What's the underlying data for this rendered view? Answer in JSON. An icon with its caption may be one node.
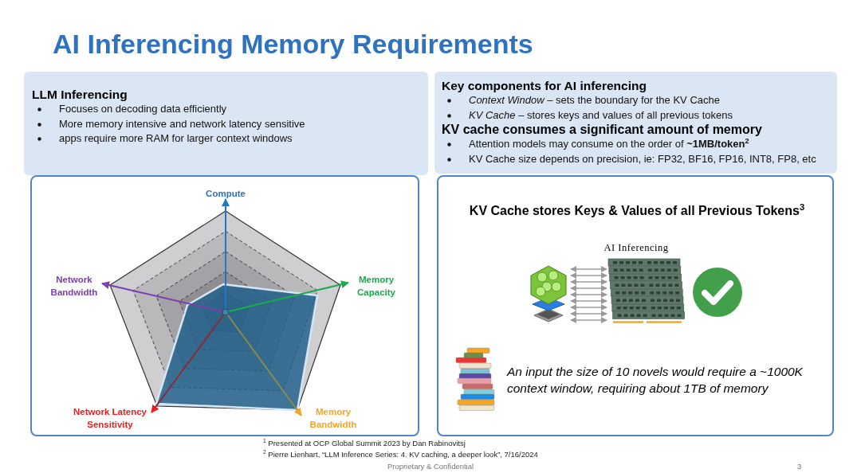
{
  "diagram": {
    "title": "AI Inferencing Memory Requirements",
    "nodes": [
      {
        "text": [
          "LLM Inferencing",
          "Focuses on decoding data efficiently",
          "More memory intensive and network latency sensitive",
          "apps require more RAM for larger context windows"
        ]
      },
      {
        "text": [
          "Key components for AI inferencing",
          "*Context Window* – sets the boundary for the KV Cache",
          "*KV Cache* – stores keys and values of all previous tokens",
          "KV cache consumes a significant amount of memory",
          "Attention models may consume on the order of **~1MB/token$^{2}$**",
          "KV Cache size depends on precision, ie: FP32, BF16, FP16, INT8, FP8, etc"
        ]
      },
      {
        "text": [
          "KV Cache stores Keys & Values of all Previous Tokens$^{3}$",
          "AI Inferencing",
          "An input the size of 10 novels would require a ~1000K context window, requiring about 1TB of memory"
        ]
      },
      {
        "text": [],
        "shape": "picture",
        "in": 2
      },
      {
        "text": [],
        "shape": "picture",
        "in": 2
      }
    ],
    "edges": [
      {
        "from": 3,
        "to": 4,
        "arrow": "both"
      },
      {
        "from": 3,
        "to": 4,
        "arrow": "both"
      },
      {
        "from": 3,
        "to": 4,
        "arrow": "both"
      },
      {
        "from": 3,
        "to": 4,
        "arrow": "both"
      },
      {
        "from": 3,
        "to": 4,
        "arrow": "both"
      },
      {
        "from": 3,
        "to": 4,
        "arrow": "both"
      },
      {
        "from": 3,
        "to": 4,
        "arrow": "both"
      },
      {
        "from": 3,
        "to": 4,
        "arrow": "both"
      },
      {
        "from": 3,
        "to": 4,
        "arrow": "both"
      }
    ],
    "labels": [
      "Compute",
      "Network Bandwidth",
      "Memory Capacity",
      "Network Latency Sensitivity",
      "Memory Bandwidth",
      "$^{1}$ Presented at OCP Global Summit 2023 by Dan Rabinovitsj",
      "$^{2}$ Pierre Lienhart, “LLM Inference Series: 4. KV caching, a deeper look”, 7/16/2024",
      "Proprietary & Confidential",
      "3"
    ]
  }
}
